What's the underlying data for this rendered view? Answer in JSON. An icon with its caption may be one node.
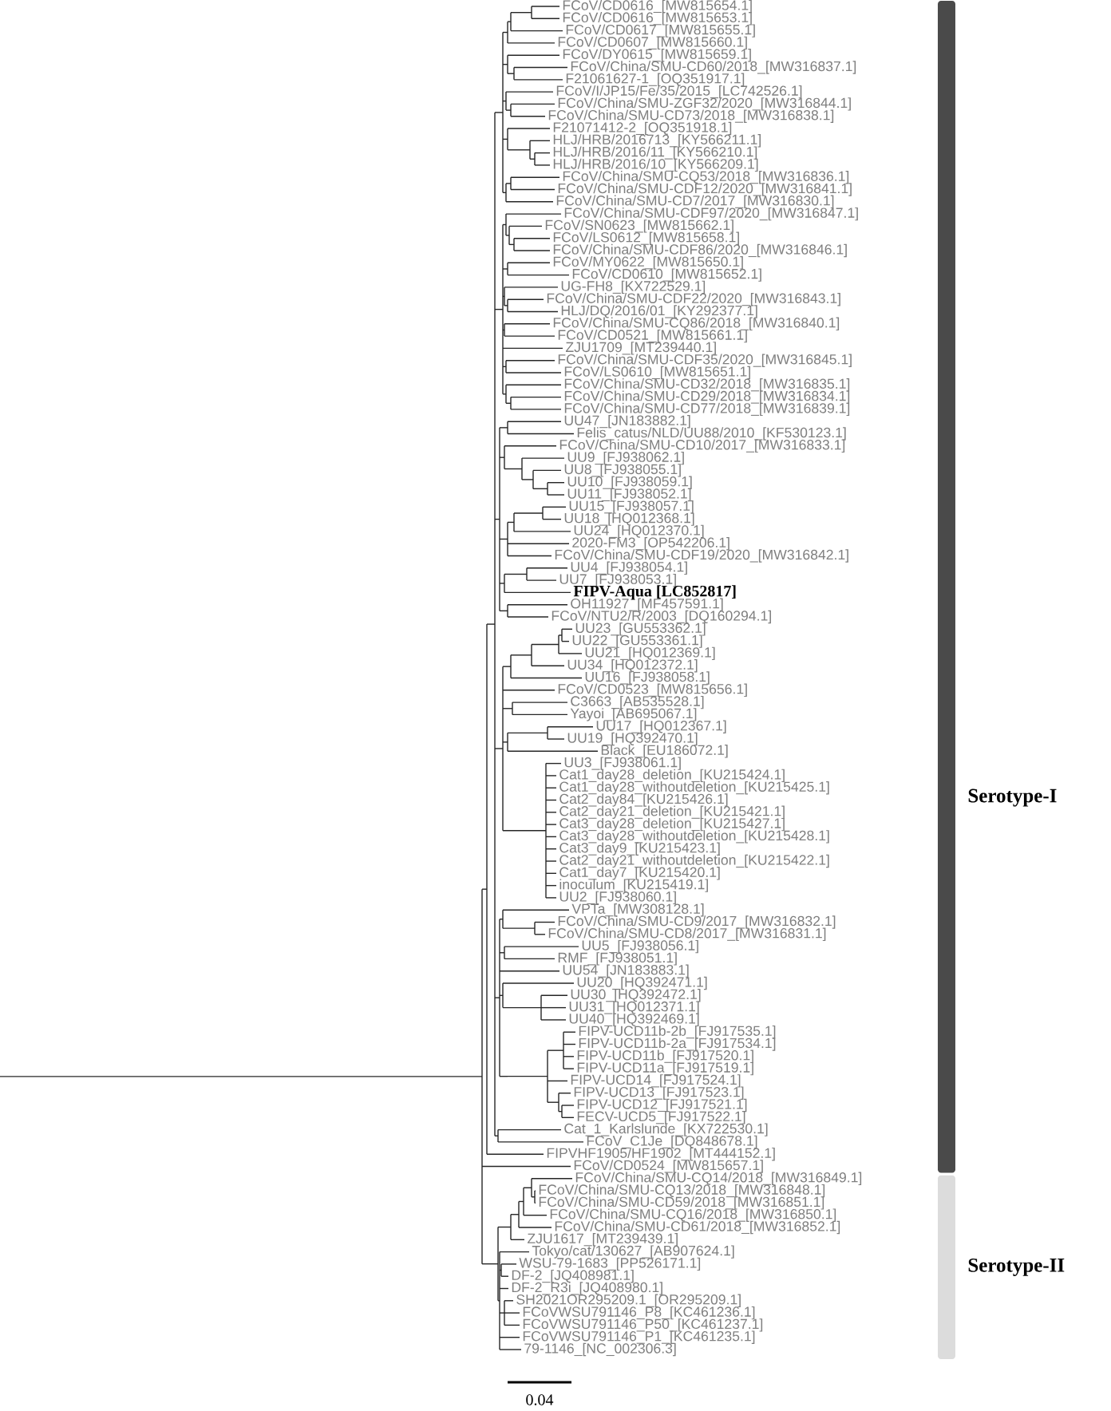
{
  "diagram": {
    "nodes": [
      {
        "text": [
          "Serotype-I"
        ]
      },
      {
        "text": [
          "Serotype-II"
        ]
      }
    ],
    "labels": [
      "FCoV/CD0616_[MW815654.1]",
      "FCoV/CD0616_[MW815653.1]",
      "FCoV/CD0617_[MW815655.1]",
      "FCoV/CD0607_[MW815660.1]",
      "FCoV/DY0615_[MW815659.1]",
      "FCoV/China/SMU-CD60/2018_[MW316837.1]",
      "F21061627-1_[OQ351917.1]",
      "FCoV/I/JP15/Fe/35/2015_[LC742526.1]",
      "FCoV/China/SMU-ZGF32/2020_[MW316844.1]",
      "FCoV/China/SMU-CD73/2018_[MW316838.1]",
      "F21071412-2_[OQ351918.1]",
      "HLJ/HRB/2016713_[KY566211.1]",
      "HLJ/HRB/2016/11_[KY566210.1]",
      "HLJ/HRB/2016/10_[KY566209.1]",
      "FCoV/China/SMU-CQ53/2018_[MW316836.1]",
      "FCoV/China/SMU-CDF12/2020_[MW316841.1]",
      "FCoV/China/SMU-CD7/2017_[MW316830.1]",
      "FCoV/China/SMU-CDF97/2020_[MW316847.1]",
      "FCoV/SN0623_[MW815662.1]",
      "FCoV/LS0612_[MW815658.1]",
      "FCoV/China/SMU-CDF86/2020_[MW316846.1]",
      "FCoV/MY0622_[MW815650.1]",
      "FCoV/CD0610_[MW815652.1]",
      "UG-FH8_[KX722529.1]",
      "FCoV/China/SMU-CDF22/2020_[MW316843.1]",
      "HLJ/DQ/2016/01_[KY292377.1]",
      "FCoV/China/SMU-CQ86/2018_[MW316840.1]",
      "FCoV/CD0521_[MW815661.1]",
      "ZJU1709_[MT239440.1]",
      "FCoV/China/SMU-CDF35/2020_[MW316845.1]",
      "FCoV/LS0610_[MW815651.1]",
      "FCoV/China/SMU-CD32/2018_[MW316835.1]",
      "FCoV/China/SMU-CD29/2018_[MW316834.1]",
      "FCoV/China/SMU-CD77/2018_[MW316839.1]",
      "UU47_[JN183882.1]",
      "Felis_catus/NLD/UU88/2010_[KF530123.1]",
      "FCoV/China/SMU-CD10/2017_[MW316833.1]",
      "UU9_[FJ938062.1]",
      "UU8_[FJ938055.1]",
      "UU10_[FJ938059.1]",
      "UU11_[FJ938052.1]",
      "UU15_[FJ938057.1]",
      "UU18_[HQ012368.1]",
      "UU24_[HQ012370.1]",
      "2020-FM3_[OP542206.1]",
      "FCoV/China/SMU-CDF19/2020_[MW316842.1]",
      "UU4_[FJ938054.1]",
      "UU7_[FJ938053.1]",
      "FIPV-Aqua [LC852817]",
      "OH11927_[MF457591.1]",
      "FCoV/NTU2/R/2003_[DQ160294.1]",
      "UU23_[GU553362.1]",
      "UU22_[GU553361.1]",
      "UU21_[HQ012369.1]",
      "UU34_[HQ012372.1]",
      "UU16_[FJ938058.1]",
      "FCoV/CD0523_[MW815656.1]",
      "C3663_[AB535528.1]",
      "Yayoi_[AB695067.1]",
      "UU17_[HQ012367.1]",
      "UU19_[HQ392470.1]",
      "Black_[EU186072.1]",
      "UU3_[FJ938061.1]",
      "Cat1_day28_deletion_[KU215424.1]",
      "Cat1_day28_withoutdeletion_[KU215425.1]",
      "Cat2_day84_[KU215426.1]",
      "Cat2_day21_deletion_[KU215421.1]",
      "Cat3_day28_deletion_[KU215427.1]",
      "Cat3_day28_withoutdeletion_[KU215428.1]",
      "Cat3_day9_[KU215423.1]",
      "Cat2_day21_withoutdeletion_[KU215422.1]",
      "Cat1_day7_[KU215420.1]",
      "inoculum_[KU215419.1]",
      "UU2_[FJ938060.1]",
      "VPTa_[MW308128.1]",
      "FCoV/China/SMU-CD9/2017_[MW316832.1]",
      "FCoV/China/SMU-CD8/2017_[MW316831.1]",
      "UU5_[FJ938056.1]",
      "RMF_[FJ938051.1]",
      "UU54_[JN183883.1]",
      "UU20_[HQ392471.1]",
      "UU30_[HQ392472.1]",
      "UU31_[HQ012371.1]",
      "UU40_[HQ392469.1]",
      "FIPV-UCD11b-2b_[FJ917535.1]",
      "FIPV-UCD11b-2a_[FJ917534.1]",
      "FIPV-UCD11b_[FJ917520.1]",
      "FIPV-UCD11a_[FJ917519.1]",
      "FIPV-UCD14_[FJ917524.1]",
      "FIPV-UCD13_[FJ917523.1]",
      "FIPV-UCD12_[FJ917521.1]",
      "FECV-UCD5_[FJ917522.1]",
      "Cat_1_Karlslunde_[KX722530.1]",
      "FCoV_C1Je_[DQ848678.1]",
      "FIPVHF1905/HF1902_[MT444152.1]",
      "FCoV/CD0524_[MW815657.1]",
      "FCoV/China/SMU-CQ14/2018_[MW316849.1]",
      "FCoV/China/SMU-CQ13/2018_[MW316848.1]",
      "FCoV/China/SMU-CD59/2018_[MW316851.1]",
      "FCoV/China/SMU-CQ16/2018_[MW316850.1]",
      "FCoV/China/SMU-CD61/2018_[MW316852.1]",
      "ZJU1617_[MT239439.1]",
      "Tokyo/cat/130627_[AB907624.1]",
      "WSU-79-1683_[PP526171.1]",
      "DF-2_[JQ408981.1]",
      "DF-2_R3i_[JQ408980.1]",
      "SH2021OR295209.1_[OR295209.1]",
      "FCoVWSU791146_P8_[KC461236.1]",
      "FCoVWSU791146_P50_[KC461237.1]",
      "FCoVWSU791146_P1_[KC461235.1]",
      "79-1146_[NC_002306.3]",
      "0.04"
    ]
  }
}
